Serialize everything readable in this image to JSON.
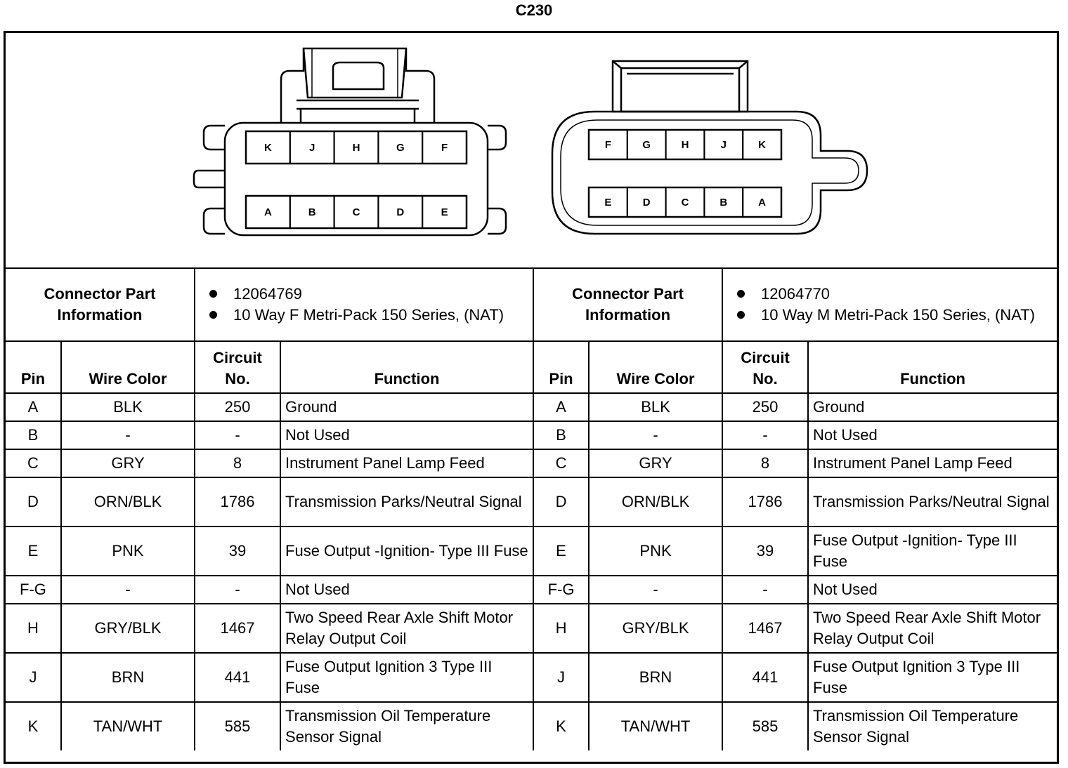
{
  "title": "C230",
  "connectors": [
    {
      "side": "left",
      "info_label": "Connector Part Information",
      "info_items": [
        "12064769",
        "10 Way F Metri-Pack 150 Series, (NAT)"
      ],
      "top_pins": [
        "K",
        "J",
        "H",
        "G",
        "F"
      ],
      "bottom_pins": [
        "A",
        "B",
        "C",
        "D",
        "E"
      ]
    },
    {
      "side": "right",
      "info_label": "Connector Part Information",
      "info_items": [
        "12064770",
        "10 Way M Metri-Pack 150 Series, (NAT)"
      ],
      "top_pins": [
        "F",
        "G",
        "H",
        "J",
        "K"
      ],
      "bottom_pins": [
        "E",
        "D",
        "C",
        "B",
        "A"
      ]
    }
  ],
  "headers": {
    "pin": "Pin",
    "wire_color": "Wire Color",
    "circuit": "Circuit No.",
    "function": "Function"
  },
  "rows": [
    {
      "pin": "A",
      "wire": "BLK",
      "circuit": "250",
      "function": "Ground"
    },
    {
      "pin": "B",
      "wire": "-",
      "circuit": "-",
      "function": "Not Used"
    },
    {
      "pin": "C",
      "wire": "GRY",
      "circuit": "8",
      "function": "Instrument Panel Lamp Feed"
    },
    {
      "pin": "D",
      "wire": "ORN/BLK",
      "circuit": "1786",
      "function": "Transmission Parks/Neutral Signal"
    },
    {
      "pin": "E",
      "wire": "PNK",
      "circuit": "39",
      "function": "Fuse Output -Ignition- Type III Fuse"
    },
    {
      "pin": "F-G",
      "wire": "-",
      "circuit": "-",
      "function": "Not Used"
    },
    {
      "pin": "H",
      "wire": "GRY/BLK",
      "circuit": "1467",
      "function": "Two Speed Rear Axle Shift Motor Relay Output Coil"
    },
    {
      "pin": "J",
      "wire": "BRN",
      "circuit": "441",
      "function": "Fuse Output Ignition 3 Type III Fuse"
    },
    {
      "pin": "K",
      "wire": "TAN/WHT",
      "circuit": "585",
      "function": "Transmission Oil Temperature Sensor Signal"
    }
  ]
}
